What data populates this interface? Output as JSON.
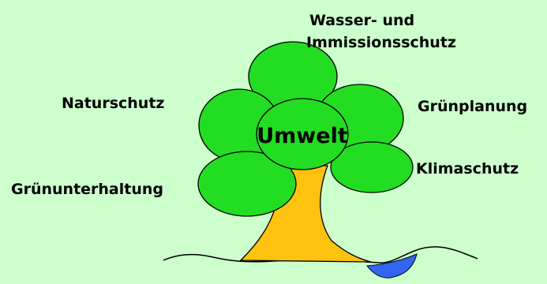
{
  "center_label": "Umwelt",
  "branches": {
    "wasser_line1": "Wasser- und",
    "wasser_line2": "Immissionsschutz",
    "naturschutz": "Naturschutz",
    "gruenplanung": "Grünplanung",
    "klimaschutz": "Klimaschutz",
    "gruenunterhaltung": "Grünunterhaltung"
  },
  "colors": {
    "background": "#ccffcc",
    "crown": "#22dd22",
    "trunk": "#ffc20e",
    "water": "#3366ee",
    "outline": "#000000"
  }
}
